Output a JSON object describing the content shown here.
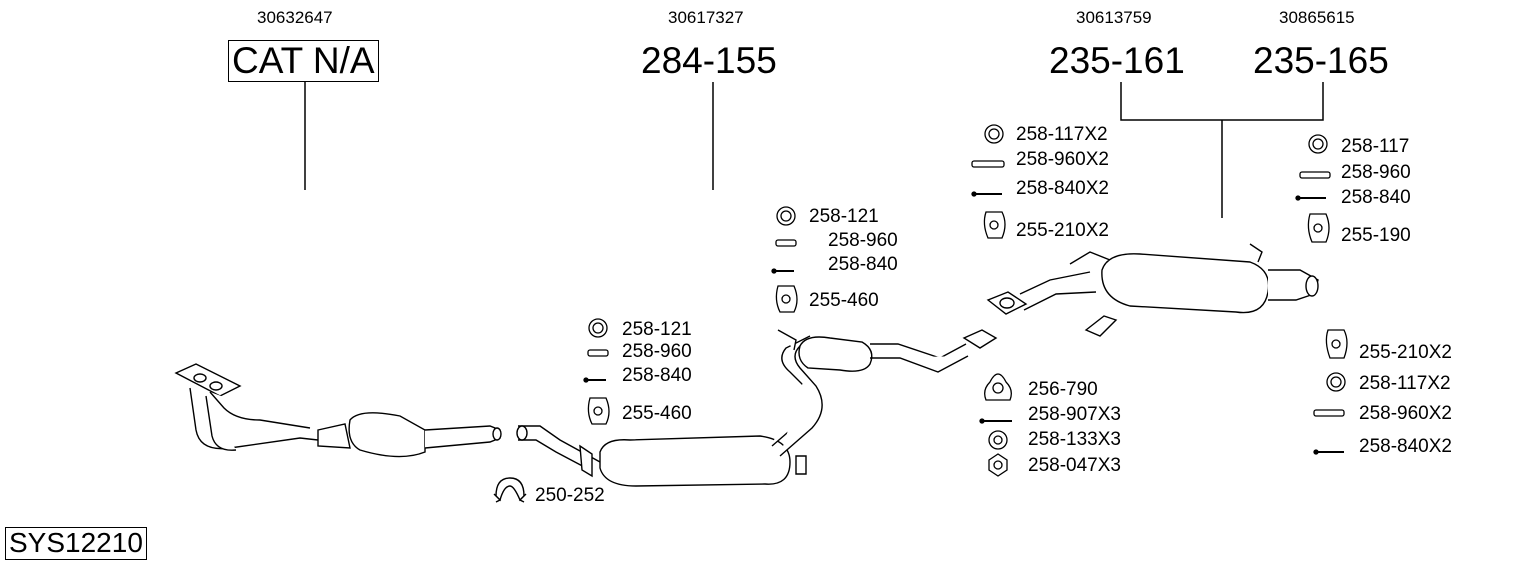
{
  "system_code": "SYS12210",
  "sections": [
    {
      "oe": "30632647",
      "part": "CAT N/A"
    },
    {
      "oe": "30617327",
      "part": "284-155"
    },
    {
      "oe": "30613759",
      "part": "235-161"
    },
    {
      "oe": "30865615",
      "part": "235-165"
    }
  ],
  "groups": {
    "front_clamp": {
      "label": "250-252"
    },
    "front_mounts": [
      "258-121",
      "258-960",
      "258-840",
      "255-460"
    ],
    "middle_mounts": [
      "258-121",
      "258-960",
      "258-840",
      "255-460"
    ],
    "flange_kit": [
      "256-790",
      "258-907X3",
      "258-133X3",
      "258-047X3"
    ],
    "rear_mounts_a": [
      "258-117X2",
      "258-960X2",
      "258-840X2",
      "255-210X2"
    ],
    "rear_mounts_b": [
      "258-117",
      "258-960",
      "258-840",
      "255-190"
    ],
    "rear_mounts_c": [
      "255-210X2",
      "258-117X2",
      "258-960X2",
      "258-840X2"
    ]
  }
}
